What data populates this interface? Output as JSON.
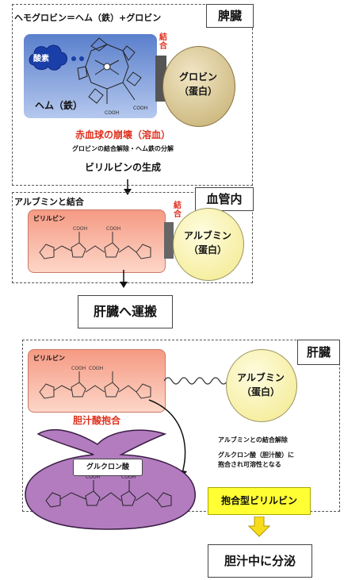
{
  "spleen": {
    "title": "ヘモグロビン＝ヘム（鉄）+グロビン",
    "place": "脾臓",
    "bond": "結合",
    "oxygen": "酸素",
    "heme": "ヘム（鉄）",
    "globin_line1": "グロビン",
    "globin_line2": "（蛋白）",
    "hemolysis": "赤血球の崩壊（溶血）",
    "dissociation": "グロビンの結合解除・ヘム鉄の分解",
    "bilirubin_gen": "ビリルビンの生成"
  },
  "blood": {
    "place": "血管内",
    "binding_title": "アルブミンと結合",
    "bond": "結合",
    "bilirubin_label": "ビリルビン",
    "albumin_line1": "アルブミン",
    "albumin_line2": "（蛋白）"
  },
  "transport": "肝臓へ運搬",
  "liver": {
    "place": "肝臓",
    "bilirubin_label": "ビリルビン",
    "albumin_line1": "アルブミン",
    "albumin_line2": "（蛋白）",
    "conjugation": "胆汁酸抱合",
    "glucuronic": "グルクロン酸",
    "release": "アルブミンとの結合解除",
    "solubility_line1": "グルクロン酸（胆汁酸）に",
    "solubility_line2": "抱合され可溶性となる",
    "conjugated": "抱合型ビリルビン"
  },
  "secretion": "胆汁中に分泌",
  "colors": {
    "heme_blue": "#7c9fd9",
    "globin_tan": "#d8c89a",
    "bilirubin_red": "#f6b5a0",
    "albumin_yellow": "#fbf5b8",
    "bag_purple": "#b27cbf",
    "highlight_yellow": "#ffff33",
    "arrow_yellow": "#f7dc1b"
  }
}
